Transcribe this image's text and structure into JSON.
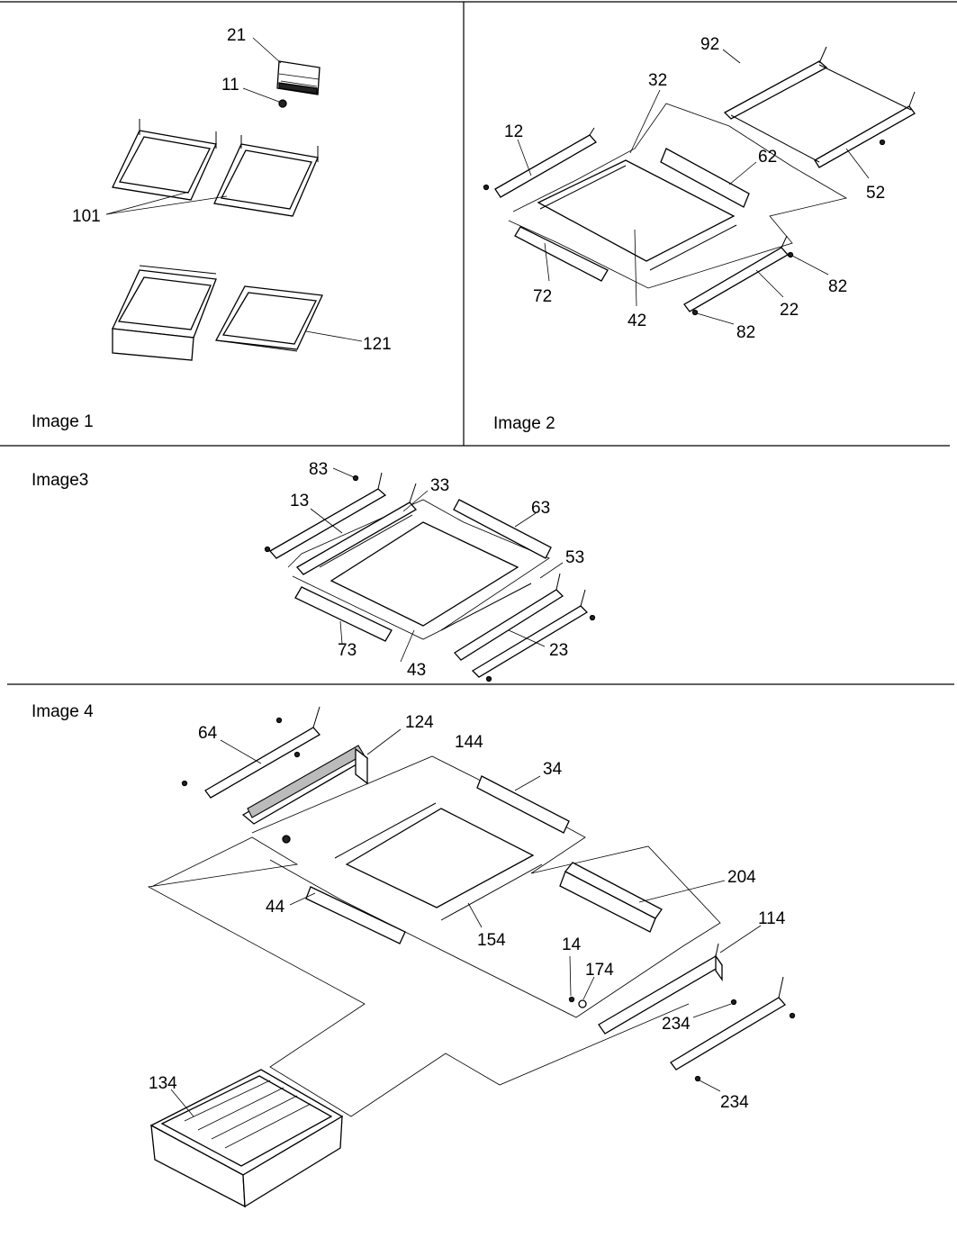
{
  "panels": [
    {
      "title": "Image 1"
    },
    {
      "title": "Image 2"
    },
    {
      "title": "Image3"
    },
    {
      "title": "Image 4"
    }
  ],
  "labels": {
    "p21": "21",
    "p11": "11",
    "p101": "101",
    "p121": "121",
    "p92": "92",
    "p32": "32",
    "p12": "12",
    "p62": "62",
    "p52": "52",
    "p72": "72",
    "p42": "42",
    "p82a": "82",
    "p22": "22",
    "p82b": "82",
    "p83": "83",
    "p33": "33",
    "p13": "13",
    "p63": "63",
    "p53": "53",
    "p73": "73",
    "p43": "43",
    "p23": "23",
    "p124": "124",
    "p64": "64",
    "p144": "144",
    "p34": "34",
    "p204": "204",
    "p114": "114",
    "p44": "44",
    "p154": "154",
    "p14": "14",
    "p174": "174",
    "p234a": "234",
    "p234b": "234",
    "p134": "134"
  }
}
